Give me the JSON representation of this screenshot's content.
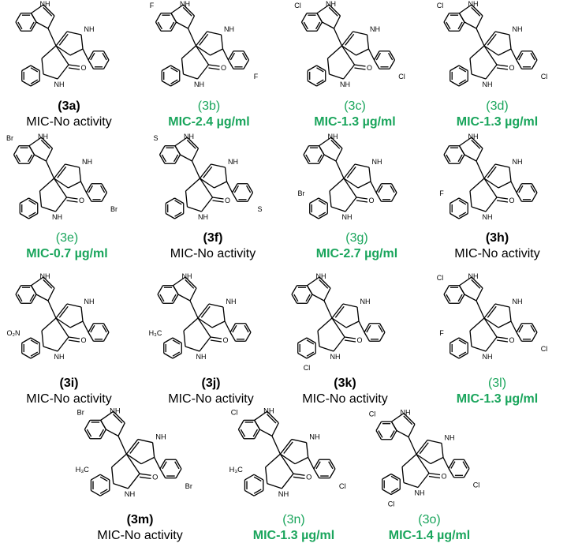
{
  "compounds": [
    {
      "code": "(3a)",
      "activity": "MIC-No activity",
      "active": false,
      "ring1_sub": "",
      "ring2_sub": "",
      "oxindole_sub": "",
      "oxindole_sub2": ""
    },
    {
      "code": "(3b)",
      "activity": "MIC-2.4 µg/ml",
      "active": true,
      "ring1_sub": "F",
      "ring2_sub": "F",
      "oxindole_sub": "",
      "oxindole_sub2": ""
    },
    {
      "code": "(3c)",
      "activity": "MIC-1.3 µg/ml",
      "active": true,
      "ring1_sub": "Cl",
      "ring2_sub": "Cl",
      "oxindole_sub": "",
      "oxindole_sub2": ""
    },
    {
      "code": "(3d)",
      "activity": "MIC-1.3 µg/ml",
      "active": true,
      "ring1_sub": "Cl",
      "ring2_sub": "Cl",
      "oxindole_sub": "",
      "oxindole_sub2": ""
    },
    {
      "code": "(3e)",
      "activity": "MIC-0.7 µg/ml",
      "active": true,
      "ring1_sub": "Br",
      "ring2_sub": "Br",
      "oxindole_sub": "",
      "oxindole_sub2": ""
    },
    {
      "code": "(3f)",
      "activity": "MIC-No activity",
      "active": false,
      "ring1_sub": "S",
      "ring2_sub": "S",
      "oxindole_sub": "",
      "oxindole_sub2": ""
    },
    {
      "code": "(3g)",
      "activity": "MIC-2.7 µg/ml",
      "active": true,
      "ring1_sub": "",
      "ring2_sub": "",
      "oxindole_sub": "Br",
      "oxindole_sub2": ""
    },
    {
      "code": "(3h)",
      "activity": "MIC-No activity",
      "active": false,
      "ring1_sub": "",
      "ring2_sub": "",
      "oxindole_sub": "F",
      "oxindole_sub2": ""
    },
    {
      "code": "(3i)",
      "activity": "MIC-No activity",
      "active": false,
      "ring1_sub": "",
      "ring2_sub": "",
      "oxindole_sub": "O₂N",
      "oxindole_sub2": ""
    },
    {
      "code": "(3j)",
      "activity": "MIC-No activity",
      "active": false,
      "ring1_sub": "",
      "ring2_sub": "",
      "oxindole_sub": "H₃C",
      "oxindole_sub2": ""
    },
    {
      "code": "(3k)",
      "activity": "MIC-No activity",
      "active": false,
      "ring1_sub": "",
      "ring2_sub": "",
      "oxindole_sub": "",
      "oxindole_sub2": "Cl"
    },
    {
      "code": "(3l)",
      "activity": "MIC-1.3 µg/ml",
      "active": true,
      "ring1_sub": "Cl",
      "ring2_sub": "Cl",
      "oxindole_sub": "F",
      "oxindole_sub2": ""
    },
    {
      "code": "(3m)",
      "activity": "MIC-No activity",
      "active": false,
      "ring1_sub": "Br",
      "ring2_sub": "Br",
      "oxindole_sub": "H₃C",
      "oxindole_sub2": ""
    },
    {
      "code": "(3n)",
      "activity": "MIC-1.3 µg/ml",
      "active": true,
      "ring1_sub": "Cl",
      "ring2_sub": "Cl",
      "oxindole_sub": "H₃C",
      "oxindole_sub2": ""
    },
    {
      "code": "(3o)",
      "activity": "MIC-1.4 µg/ml",
      "active": true,
      "ring1_sub": "Cl",
      "ring2_sub": "Cl",
      "oxindole_sub": "",
      "oxindole_sub2": "Cl"
    }
  ],
  "atoms": {
    "nh": "NH",
    "n": "N",
    "h": "H",
    "o": "O"
  },
  "colors": {
    "active": "#1aa55c",
    "inactive": "#000000"
  }
}
